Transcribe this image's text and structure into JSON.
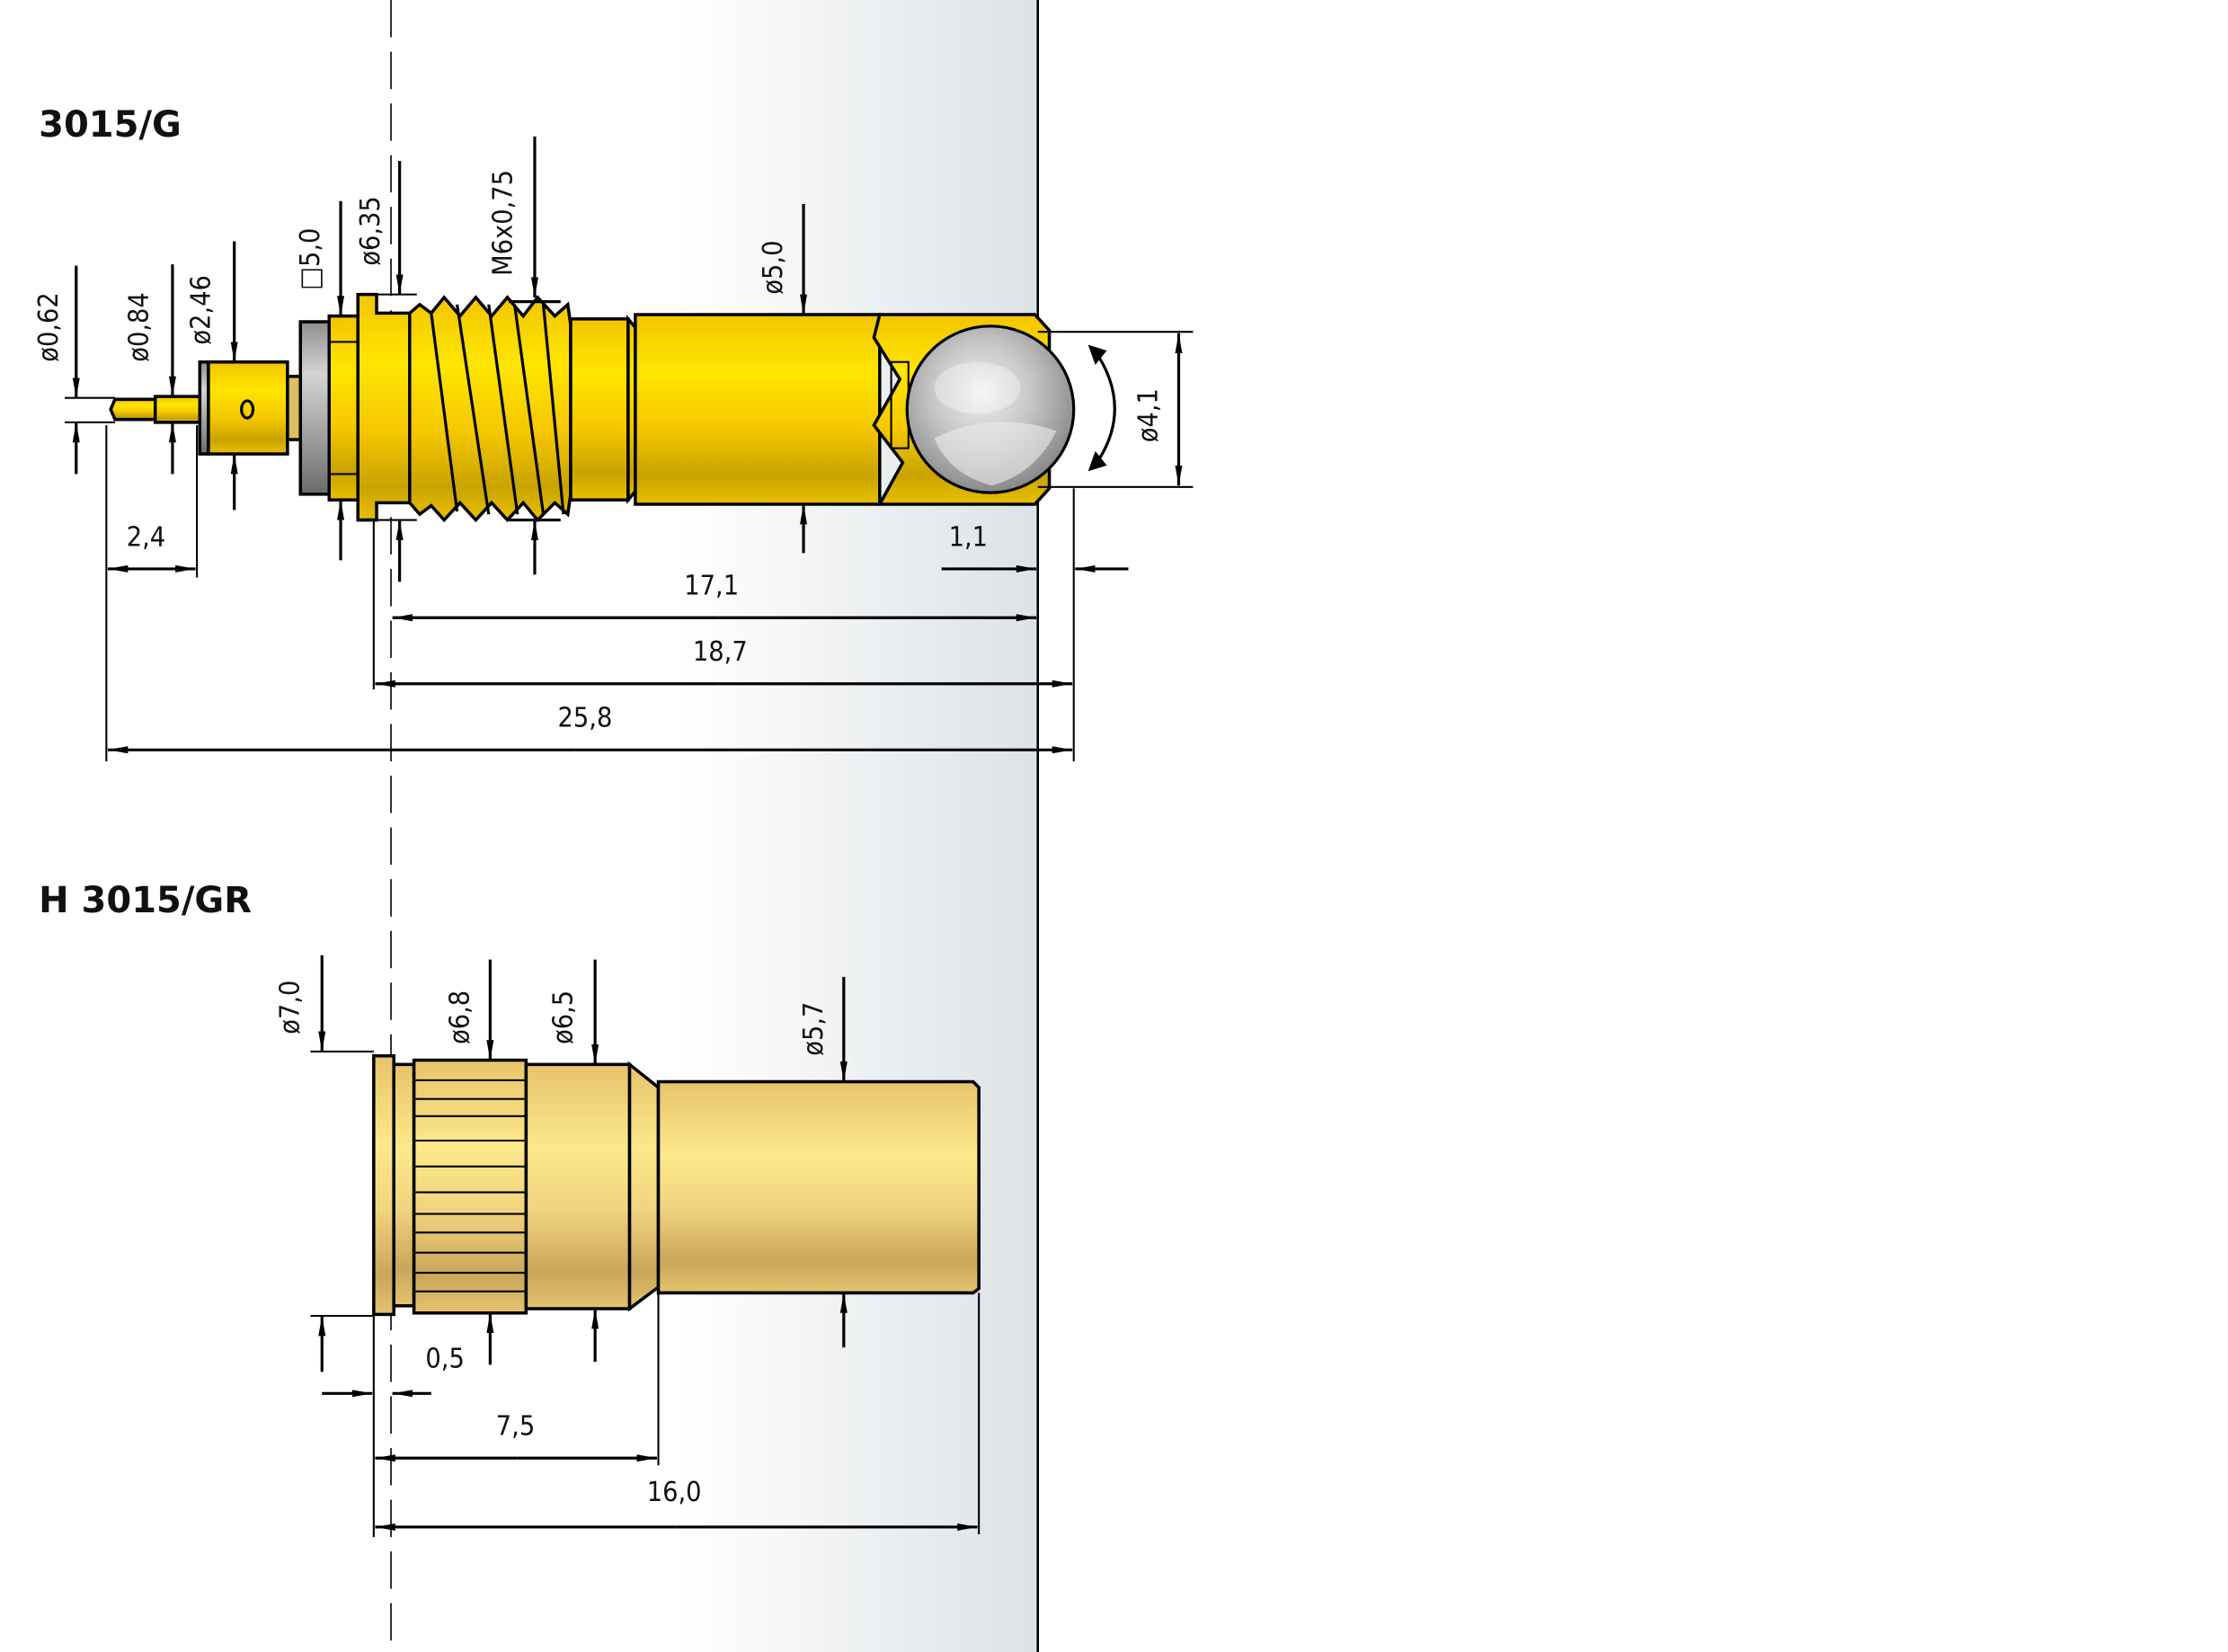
{
  "drawing": {
    "background_panel_color": "#dfe4e8",
    "part_color_probe": "#f5cf00",
    "part_color_sleeve": "#ecd27a",
    "ball_color": "#c8c8c8"
  },
  "parts": [
    {
      "id": "probe",
      "title": "3015/G",
      "diameter_labels": {
        "d062": "ø0,62",
        "d084": "ø0,84",
        "d246": "ø2,46",
        "sq50": "□5,0",
        "d635": "ø6,35",
        "thread": "M6x0,75",
        "d50": "ø5,0",
        "d41": "ø4,1"
      },
      "length_labels": {
        "l24": "2,4",
        "l11": "1,1",
        "l171": "17,1",
        "l187": "18,7",
        "l258": "25,8"
      }
    },
    {
      "id": "sleeve",
      "title": "H 3015/GR",
      "diameter_labels": {
        "d70": "ø7,0",
        "d68": "ø6,8",
        "d65": "ø6,5",
        "d57": "ø5,7"
      },
      "length_labels": {
        "l05": "0,5",
        "l75": "7,5",
        "l160": "16,0"
      }
    }
  ]
}
